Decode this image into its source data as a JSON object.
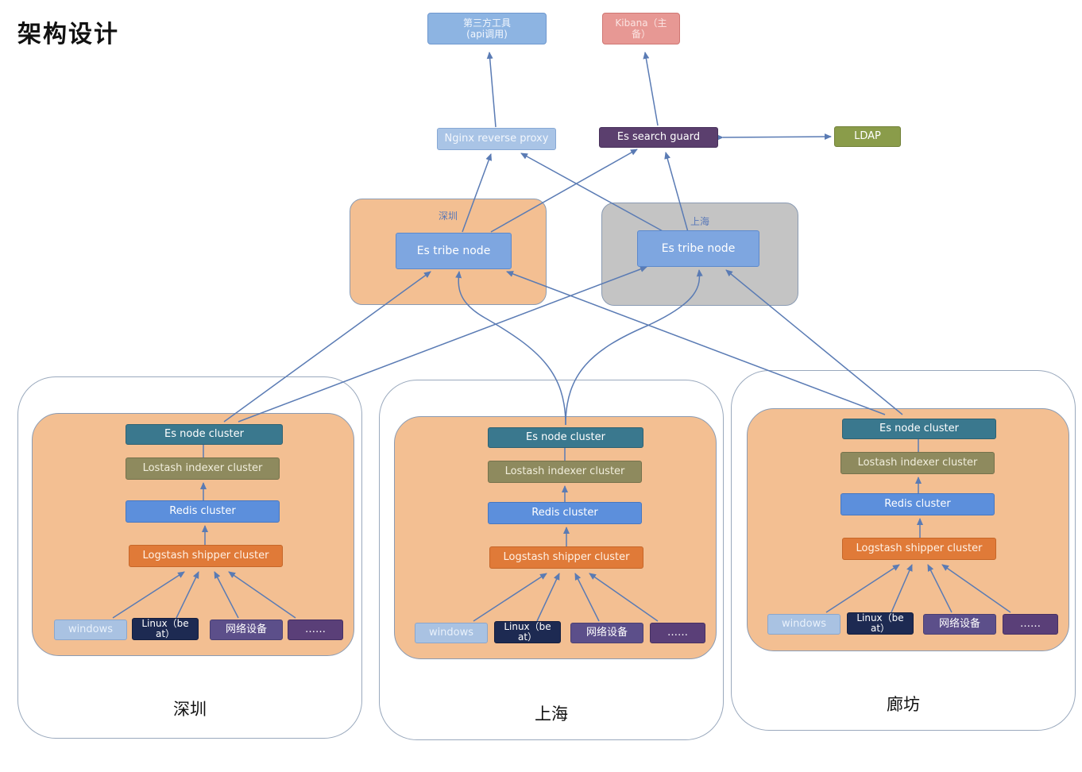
{
  "title": "架构设计",
  "top": {
    "third_party": "第三方工具\n(api调用)",
    "kibana": "Kibana（主\n备）",
    "nginx": "Nginx reverse proxy",
    "search_guard": "Es search guard",
    "ldap": "LDAP"
  },
  "tribe_groups": [
    {
      "label": "深圳",
      "node": "Es tribe node"
    },
    {
      "label": "上海",
      "node": "Es tribe node"
    }
  ],
  "regions": [
    {
      "name": "深圳",
      "es": "Es node cluster",
      "ls": "Lostash indexer cluster",
      "redis": "Redis cluster",
      "shipper": "Logstash shipper cluster",
      "sources": [
        "windows",
        "Linux（be\nat）",
        "网络设备",
        "……"
      ]
    },
    {
      "name": "上海",
      "es": "Es node cluster",
      "ls": "Lostash indexer cluster",
      "redis": "Redis cluster",
      "shipper": "Logstash shipper cluster",
      "sources": [
        "windows",
        "Linux（be\nat）",
        "网络设备",
        "……"
      ]
    },
    {
      "name": "廊坊",
      "es": "Es node cluster",
      "ls": "Lostash indexer cluster",
      "redis": "Redis cluster",
      "shipper": "Logstash shipper cluster",
      "sources": [
        "windows",
        "Linux（be\nat）",
        "网络设备",
        "……"
      ]
    }
  ],
  "colors": {
    "arrow": "#5a7bb4",
    "region_border": "#9aa9bd",
    "site_fill": "#f3bf92",
    "tribe_gray": "#c4c4c4"
  }
}
